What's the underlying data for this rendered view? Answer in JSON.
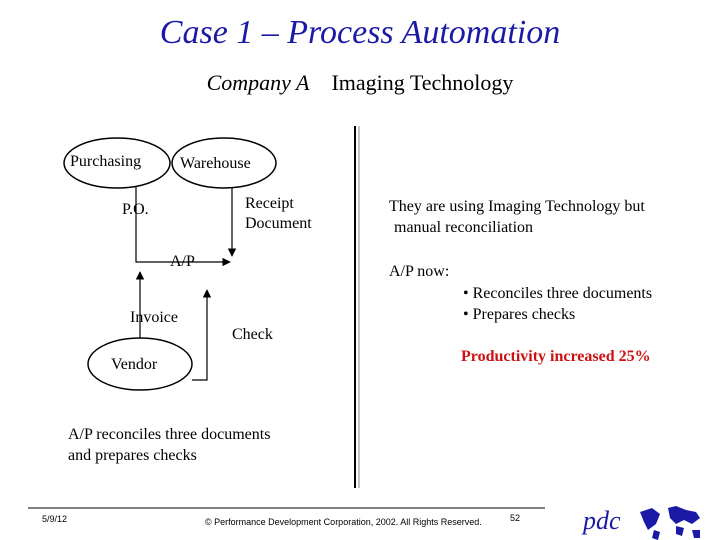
{
  "slide": {
    "title": "Case 1 – Process Automation",
    "subtitle_company": "Company A",
    "subtitle_topic": "Imaging Technology"
  },
  "diagram": {
    "nodes": {
      "purchasing": "Purchasing",
      "warehouse": "Warehouse",
      "po": "P.O.",
      "receipt_line1": "Receipt",
      "receipt_line2": "Document",
      "ap": "A/P",
      "invoice": "Invoice",
      "check": "Check",
      "vendor": "Vendor"
    },
    "caption_line1": "A/P reconciles three documents",
    "caption_line2": "and prepares checks"
  },
  "right_panel": {
    "line1": "They are using Imaging Technology but",
    "line2": "manual reconciliation",
    "ap_now": "A/P now:",
    "bullets": [
      "Reconciles three documents",
      "Prepares checks"
    ],
    "bullet_glyph": "•",
    "productivity": "Productivity increased 25%"
  },
  "footer": {
    "date": "5/9/12",
    "copyright": "© Performance Development Corporation, 2002. All Rights Reserved.",
    "page": "52",
    "logo": "pdc"
  },
  "colors": {
    "title": "#1a1aa6",
    "highlight": "#cc1111",
    "logo": "#1a1aa6"
  }
}
